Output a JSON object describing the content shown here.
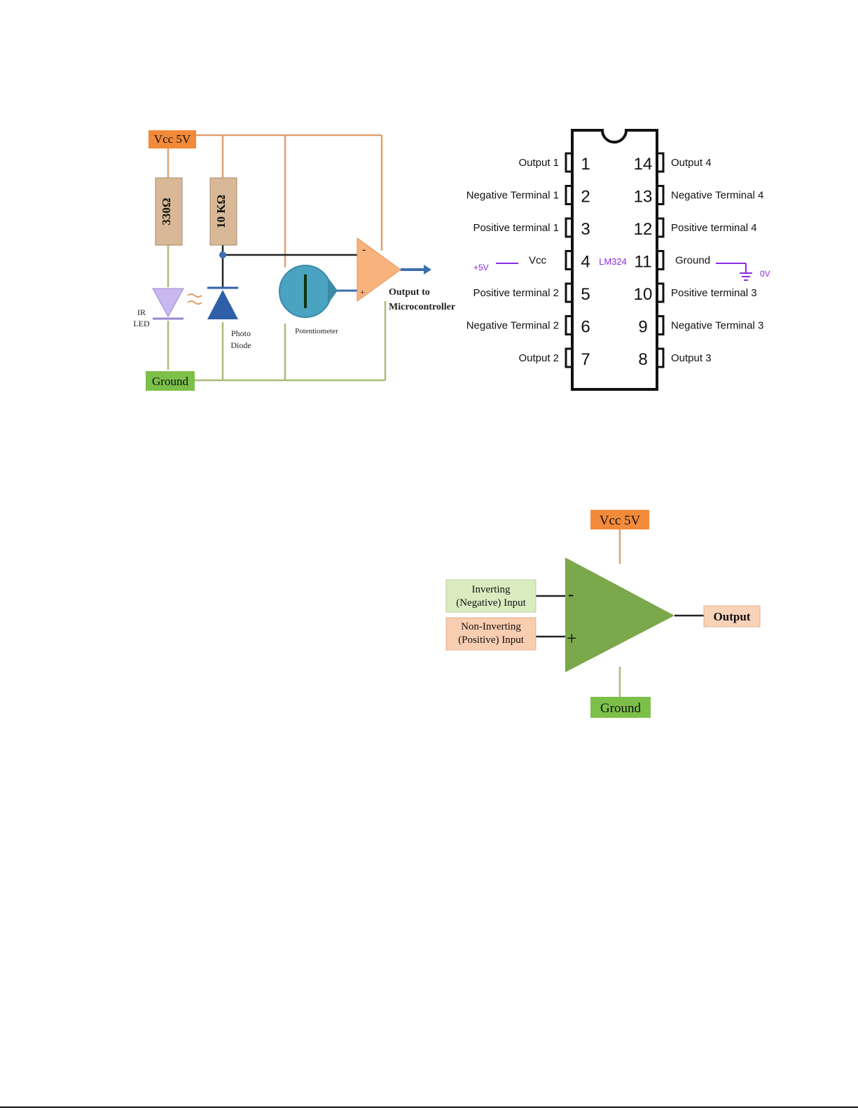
{
  "circuit": {
    "vcc_label": "Vcc 5V",
    "ground_label": "Ground",
    "resistor_1": "330Ω",
    "resistor_2": "10 KΩ",
    "ir_led_line1": "IR",
    "ir_led_line2": "LED",
    "photo_diode_line1": "Photo",
    "photo_diode_line2": "Diode",
    "potentiometer": "Potentiometer",
    "minus": "-",
    "plus": "+",
    "output_line1": "Output to",
    "output_line2": "Microcontroller",
    "colors": {
      "wire": "#e0a070",
      "ground_wire": "#b0c080",
      "signal_wire": "#222222",
      "vcc_box": "#f28a3a",
      "ground_box": "#7cc04a",
      "resistor": "#d8b896",
      "opamp": "#f8b37c",
      "pot": "#4aa3c0",
      "diode": "#2f5fa8",
      "led": "#b8a8e8"
    }
  },
  "lm324": {
    "chip_label": "LM324",
    "left_pins": [
      {
        "num": "1",
        "label": "Output 1"
      },
      {
        "num": "2",
        "label": "Negative Terminal 1"
      },
      {
        "num": "3",
        "label": "Positive terminal 1"
      },
      {
        "num": "4",
        "label": "Vcc"
      },
      {
        "num": "5",
        "label": "Positive terminal 2"
      },
      {
        "num": "6",
        "label": "Negative Terminal 2"
      },
      {
        "num": "7",
        "label": "Output 2"
      }
    ],
    "right_pins": [
      {
        "num": "14",
        "label": "Output 4"
      },
      {
        "num": "13",
        "label": "Negative Terminal 4"
      },
      {
        "num": "12",
        "label": "Positive terminal 4"
      },
      {
        "num": "11",
        "label": "Ground"
      },
      {
        "num": "10",
        "label": "Positive terminal 3"
      },
      {
        "num": "9",
        "label": "Negative Terminal 3"
      },
      {
        "num": "8",
        "label": "Output 3"
      }
    ],
    "plus5v": "+5V",
    "zero_v": "0V",
    "colors": {
      "accent": "#8a2be2"
    }
  },
  "opamp_diagram": {
    "vcc_label": "Vcc 5V",
    "ground_label": "Ground",
    "inverting_line1": "Inverting",
    "inverting_line2": "(Negative) Input",
    "noninverting_line1": "Non-Inverting",
    "noninverting_line2": "(Positive) Input",
    "minus": "-",
    "plus": "+",
    "output_label": "Output",
    "colors": {
      "triangle": "#7aa84a",
      "vcc_box": "#f28a3a",
      "ground_box": "#7cc04a",
      "inv_box": "#d9ecc0",
      "noninv_box": "#f8cdb0",
      "output_box": "#f8d3b8"
    }
  }
}
